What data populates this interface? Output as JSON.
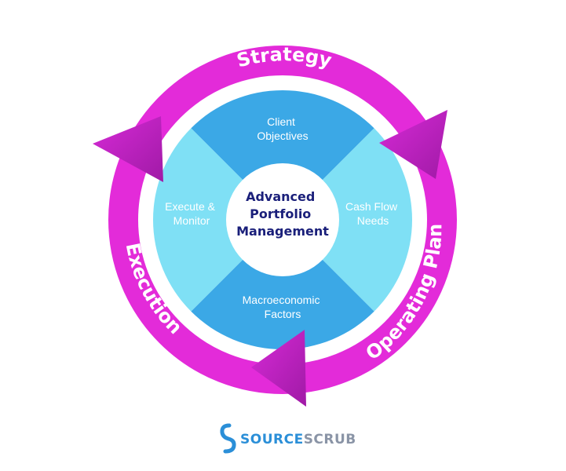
{
  "ring_labels": {
    "strategy": "Strategy",
    "operating_plan": "Operating Plan",
    "execution": "Execution"
  },
  "quadrants": {
    "top": [
      "Client",
      "Objectives"
    ],
    "right": [
      "Cash Flow",
      "Needs"
    ],
    "bottom": [
      "Macroeconomic",
      "Factors"
    ],
    "left": [
      "Execute &",
      "Monitor"
    ]
  },
  "center": [
    "Advanced",
    "Portfolio",
    "Management"
  ],
  "brand": {
    "part1": "SOURCE",
    "part2": "SCRUB"
  },
  "colors": {
    "ring": "#e32bd9",
    "arrow": "#c21fc0",
    "quad_dark": "#3ba8e6",
    "quad_light": "#7fe0f5",
    "center_fill": "#ffffff",
    "center_text": "#1a1f7a",
    "brand_blue": "#2b8fd8",
    "brand_gray": "#8a94a6"
  },
  "icons": {
    "brand_logo": "s-logo-icon",
    "arrows": "arrowhead-icon"
  }
}
